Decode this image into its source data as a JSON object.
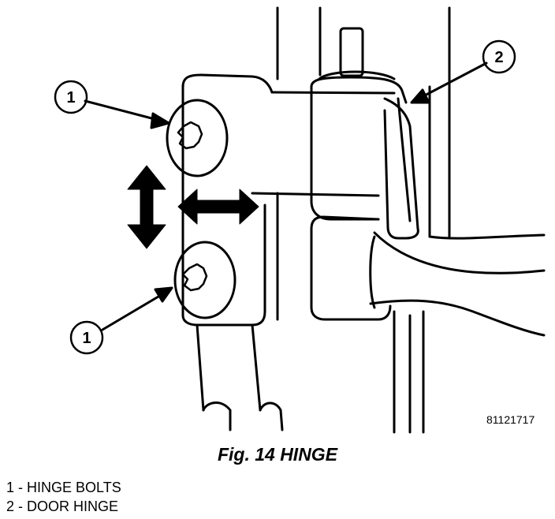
{
  "figure": {
    "id": "81121717",
    "caption": "Fig. 14 HINGE"
  },
  "callouts": [
    {
      "number": "1",
      "target": "upper hinge bolt"
    },
    {
      "number": "2",
      "target": "door hinge"
    },
    {
      "number": "1",
      "target": "lower hinge bolt"
    }
  ],
  "legend": [
    "1 - HINGE BOLTS",
    "2 - DOOR HINGE"
  ],
  "icons": [
    "vertical-double-arrow-icon",
    "horizontal-double-arrow-icon",
    "torx-bolt-icon"
  ]
}
